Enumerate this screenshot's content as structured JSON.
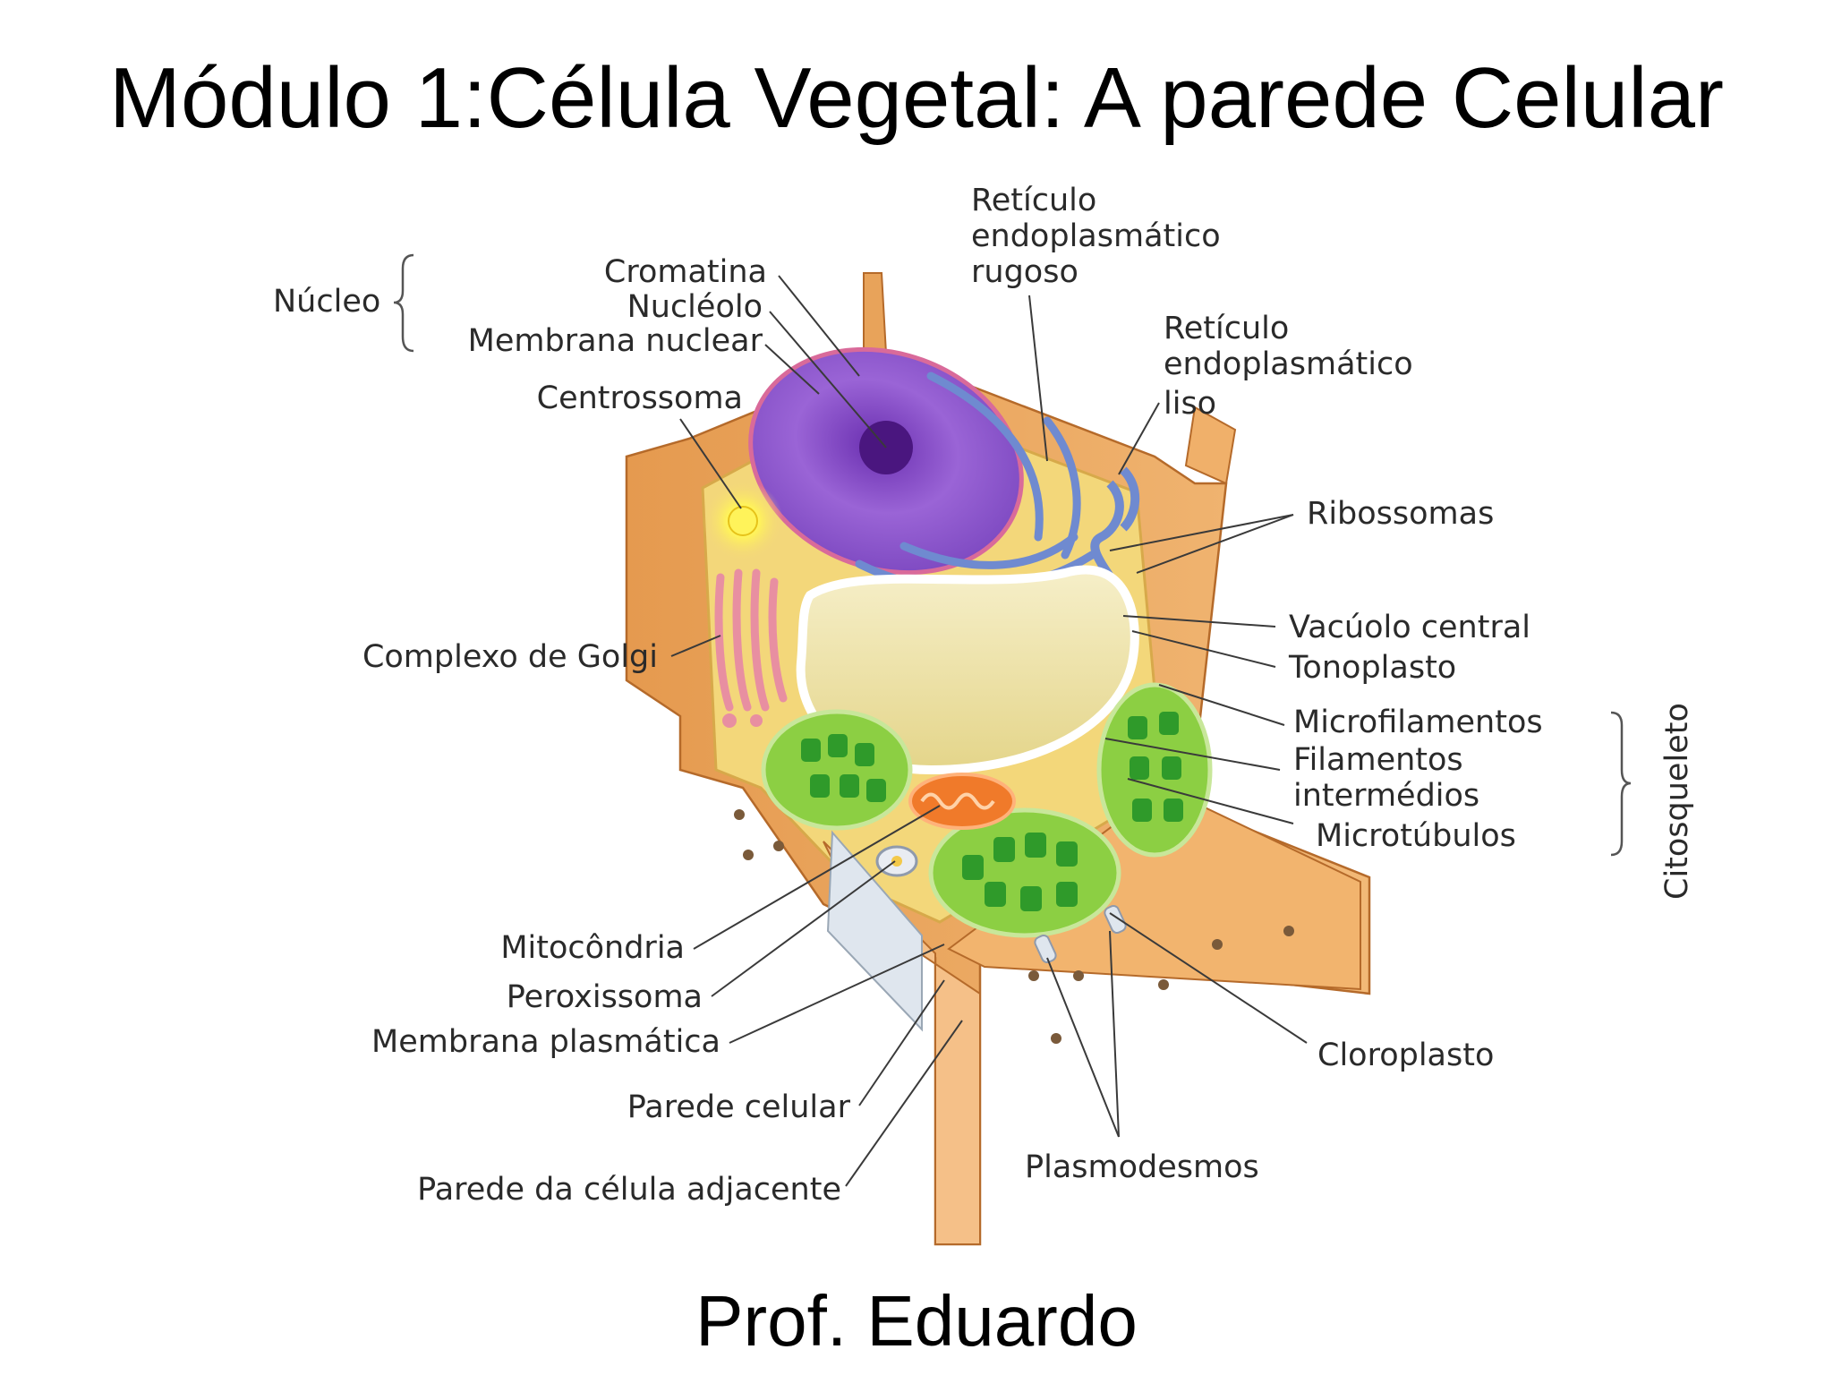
{
  "title": "Módulo 1:Célula Vegetal: A parede Celular",
  "footer": "Prof. Eduardo",
  "diagram": {
    "groups": {
      "nucleo": "Núcleo",
      "citoesqueleto": "Citosqueleto"
    },
    "labels": {
      "cromatina": "Cromatina",
      "nucleolo": "Nucléolo",
      "membrana_nuclear": "Membrana nuclear",
      "centrossoma": "Centrossoma",
      "rer_1": "Retículo",
      "rer_2": "endoplasmático",
      "rer_3": "rugoso",
      "rel_1": "Retículo",
      "rel_2": "endoplasmático",
      "rel_3": "liso",
      "ribossomas": "Ribossomas",
      "vacuolo_central": "Vacúolo central",
      "tonoplasto": "Tonoplasto",
      "microfilamentos": "Microfilamentos",
      "filamentos_1": "Filamentos",
      "filamentos_2": "intermédios",
      "microtubulos": "Microtúbulos",
      "complexo_golgi": "Complexo de Golgi",
      "mitocondria": "Mitocôndria",
      "peroxissoma": "Peroxissoma",
      "membrana_plasmatica": "Membrana plasmática",
      "parede_celular": "Parede celular",
      "parede_adjacente": "Parede da célula adjacente",
      "cloroplasto": "Cloroplasto",
      "plasmodesmos": "Plasmodesmos"
    }
  },
  "colors": {
    "cell_wall": "#e8a35a",
    "cell_wall_dark": "#c9772f",
    "cytoplasm": "#f3d77a",
    "nucleus": "#8a4fc7",
    "nucleolus": "#5a1e9a",
    "vacuole": "#f1e7a8",
    "er": "#7b95d6",
    "chloroplast": "#7cc43c",
    "thylakoid": "#2f9a2a",
    "golgi": "#e79aa8",
    "mitochondria": "#f07a2a",
    "centrosome": "#ffe84a"
  }
}
